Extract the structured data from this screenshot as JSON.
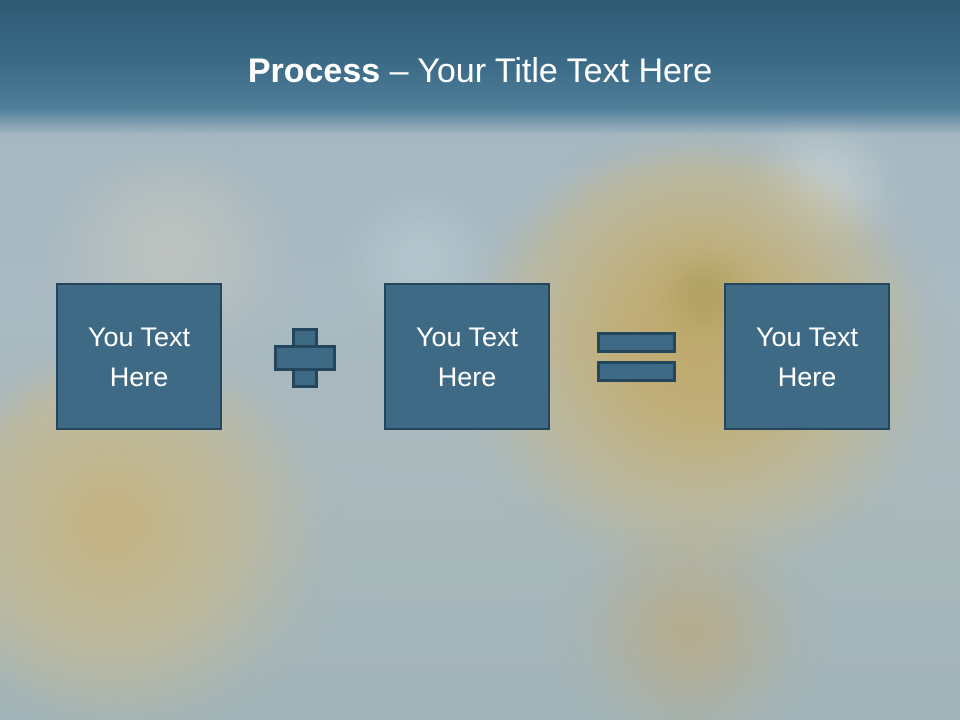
{
  "slide": {
    "title_bold": "Process",
    "title_rest": " – Your Title Text Here",
    "boxes": [
      {
        "text": "You Text Here"
      },
      {
        "text": "You Text Here"
      },
      {
        "text": "You Text Here"
      }
    ],
    "operators": {
      "first": "plus",
      "second": "equals"
    },
    "colors": {
      "title_band": "#3a6a86",
      "box_fill": "#3f6a85",
      "box_border": "#24465c",
      "text": "#ffffff"
    }
  }
}
